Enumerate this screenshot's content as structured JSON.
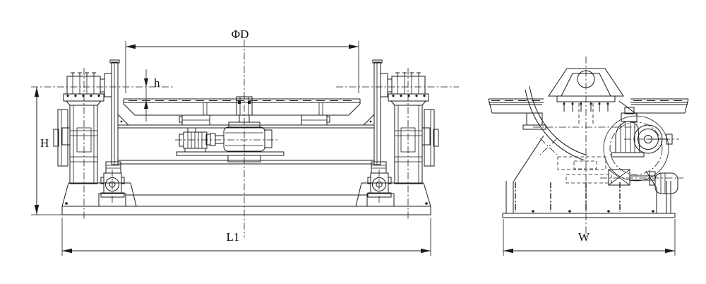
{
  "drawing": {
    "dims": {
      "phi_d": "ΦD",
      "h": "h",
      "height": "H",
      "l1": "L1",
      "w": "W"
    },
    "colors": {
      "line": "#1b1b1b",
      "background": "#ffffff"
    }
  }
}
